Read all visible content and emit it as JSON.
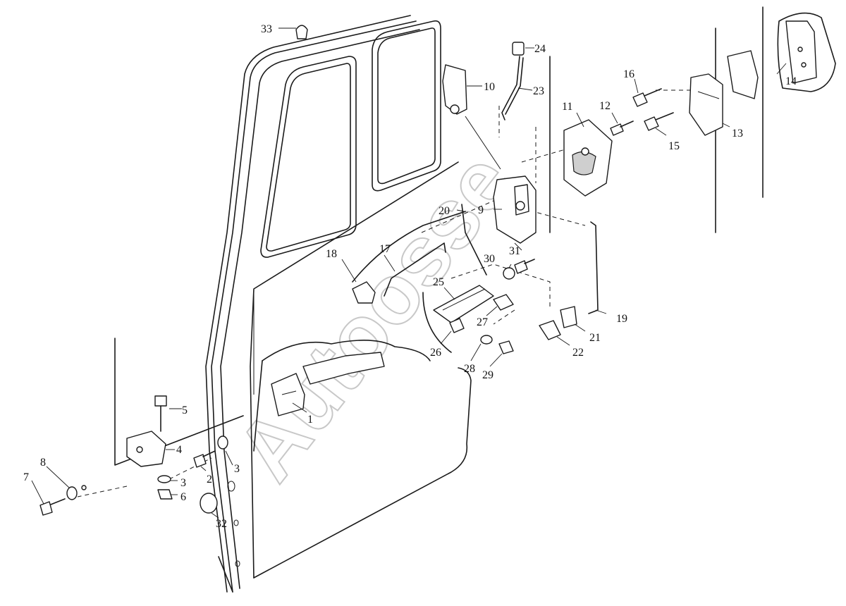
{
  "diagram": {
    "watermark": "Autoosse",
    "callouts": [
      "33",
      "24",
      "10",
      "23",
      "16",
      "14",
      "11",
      "12",
      "15",
      "13",
      "20",
      "9",
      "18",
      "17",
      "30",
      "31",
      "25",
      "19",
      "27",
      "21",
      "26",
      "22",
      "28",
      "29",
      "5",
      "1",
      "4",
      "2",
      "3",
      "3",
      "6",
      "8",
      "7",
      "32"
    ]
  }
}
